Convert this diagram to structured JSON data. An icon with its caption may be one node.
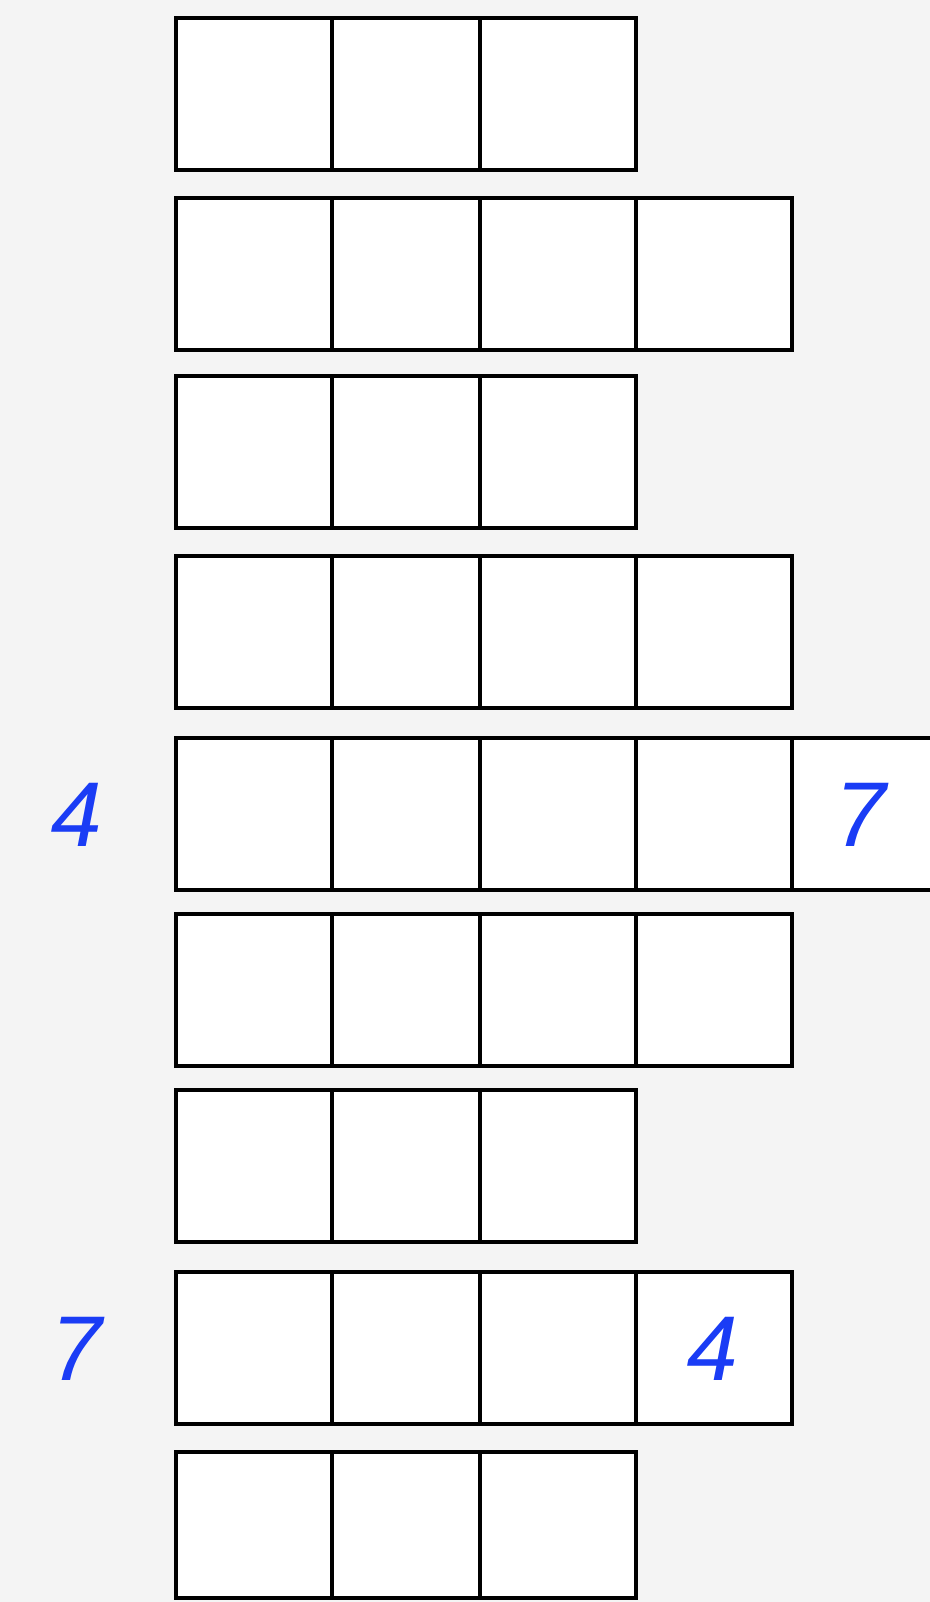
{
  "diagram": {
    "labels": [
      "4",
      "7",
      "7",
      "4"
    ]
  }
}
